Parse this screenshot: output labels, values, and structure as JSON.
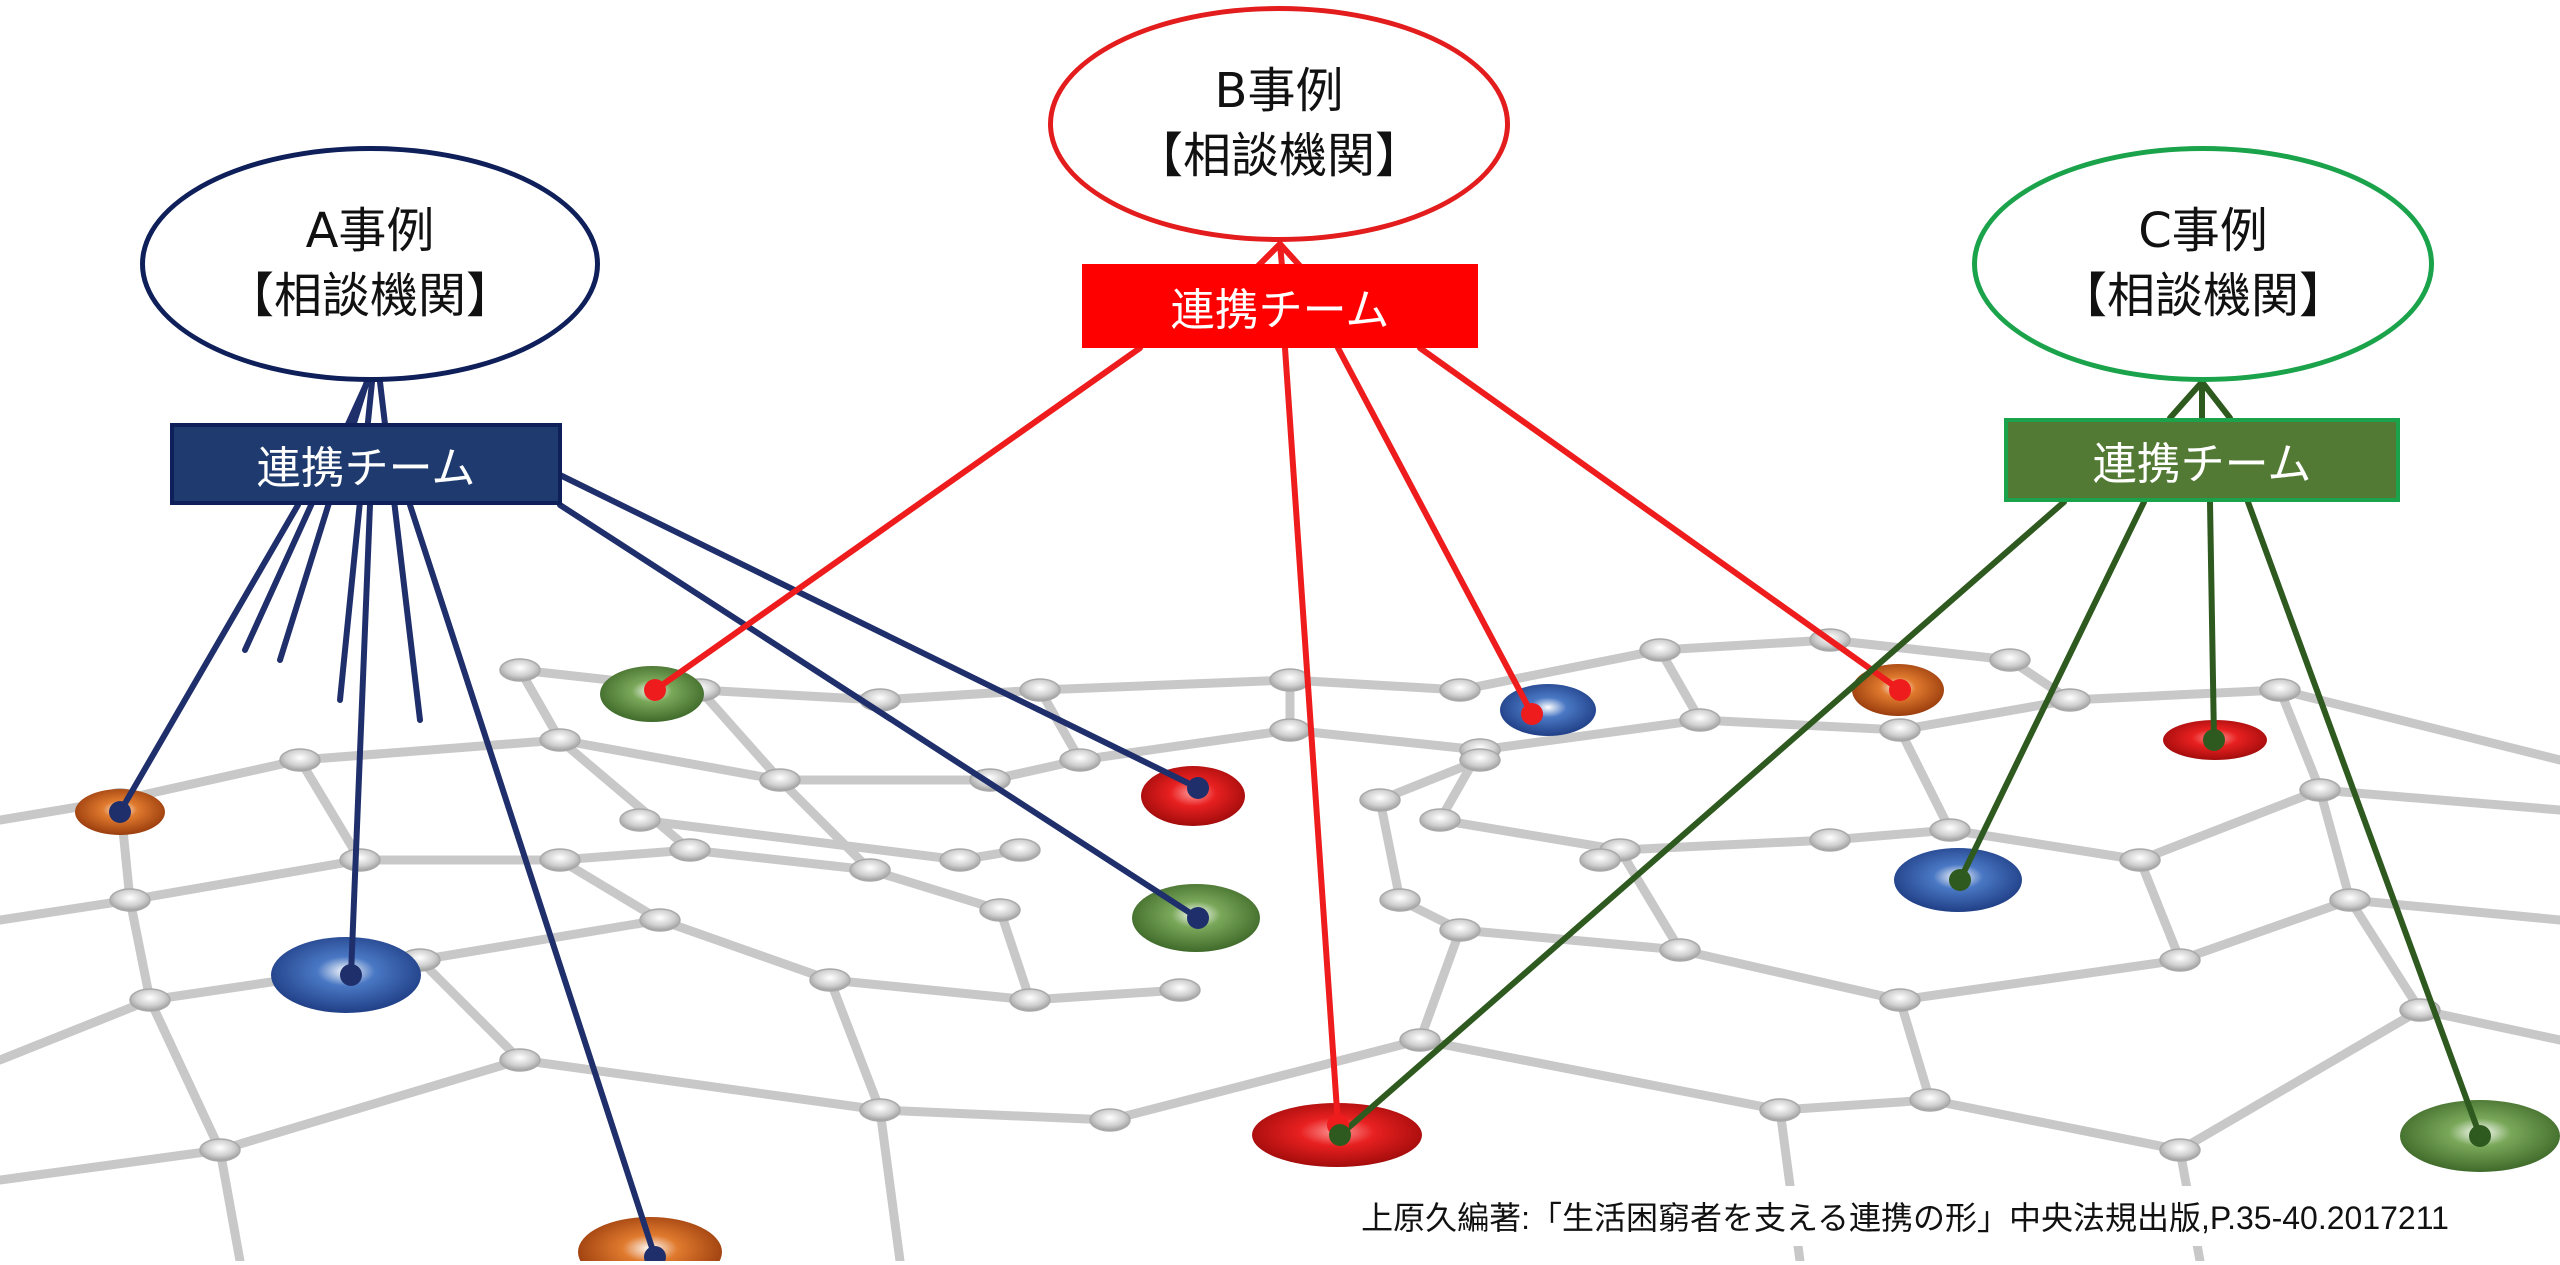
{
  "colors": {
    "a": "#1f2f6b",
    "b": "#ee1c1c",
    "c": "#2f5a1f",
    "a_border": "#0e1f5a",
    "b_border": "#e31d1d",
    "c_border": "#1aa34a",
    "team_a_fill": "#1f3a6e",
    "team_b_fill": "#ff0000",
    "team_c_fill": "#537a34"
  },
  "cases": {
    "a": {
      "title": "A事例",
      "subtitle": "【相談機関】"
    },
    "b": {
      "title": "B事例",
      "subtitle": "【相談機関】"
    },
    "c": {
      "title": "C事例",
      "subtitle": "【相談機関】"
    }
  },
  "teams": {
    "a": "連携チーム",
    "b": "連携チーム",
    "c": "連携チーム"
  },
  "citation": "上原久編著:「生活困窮者を支える連携の形」中央法規出版,P.35-40.2017211"
}
